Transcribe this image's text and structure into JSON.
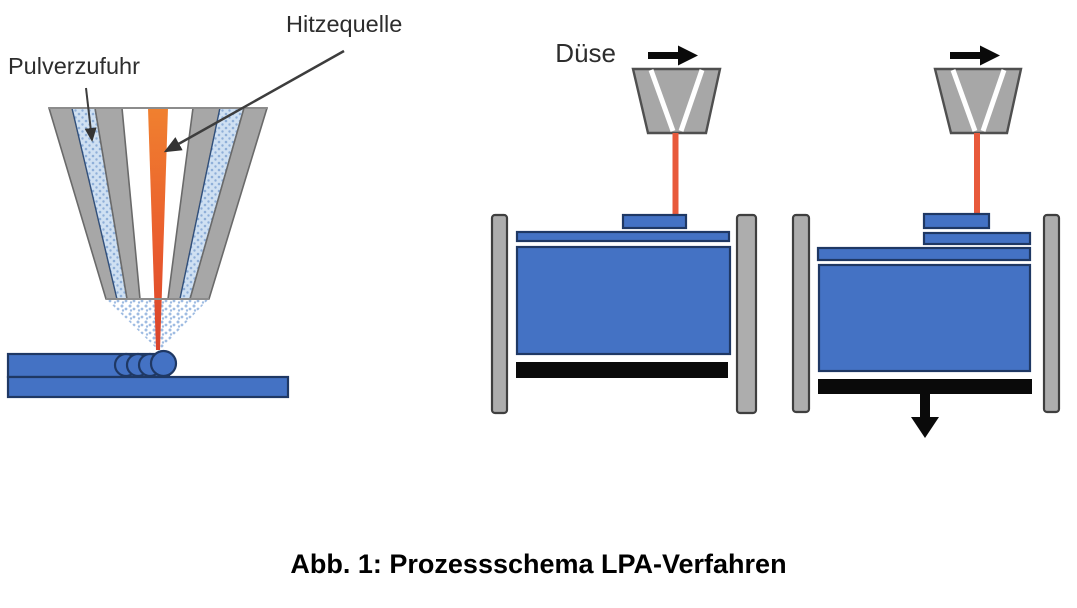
{
  "figure": {
    "caption": "Abb. 1: Prozessschema LPA-Verfahren",
    "panels": {
      "nozzle_detail": {
        "label_powder_feed": "Pulverzufuhr",
        "label_heat_source": "Hitzequelle"
      },
      "powder_bed_deposition": {
        "label_nozzle": "Düse"
      },
      "powder_bed_lowering": {}
    },
    "colors": {
      "material_blue": "#4472C4",
      "material_blue_outline": "#1F3864",
      "nozzle_gray": "#A7A7A7",
      "nozzle_gray_outline": "#6A6A6A",
      "powder_light_blue": "#CFE0F2",
      "powder_dot_blue": "#8FAFD8",
      "spray_dot_blue": "#9FBCE2",
      "beam_orange": "#F0802F",
      "beam_red": "#D9432C",
      "beam_vertical": "#E8593B",
      "platform_black": "#0A0A0A",
      "label_text": "#2D2D2D"
    }
  }
}
